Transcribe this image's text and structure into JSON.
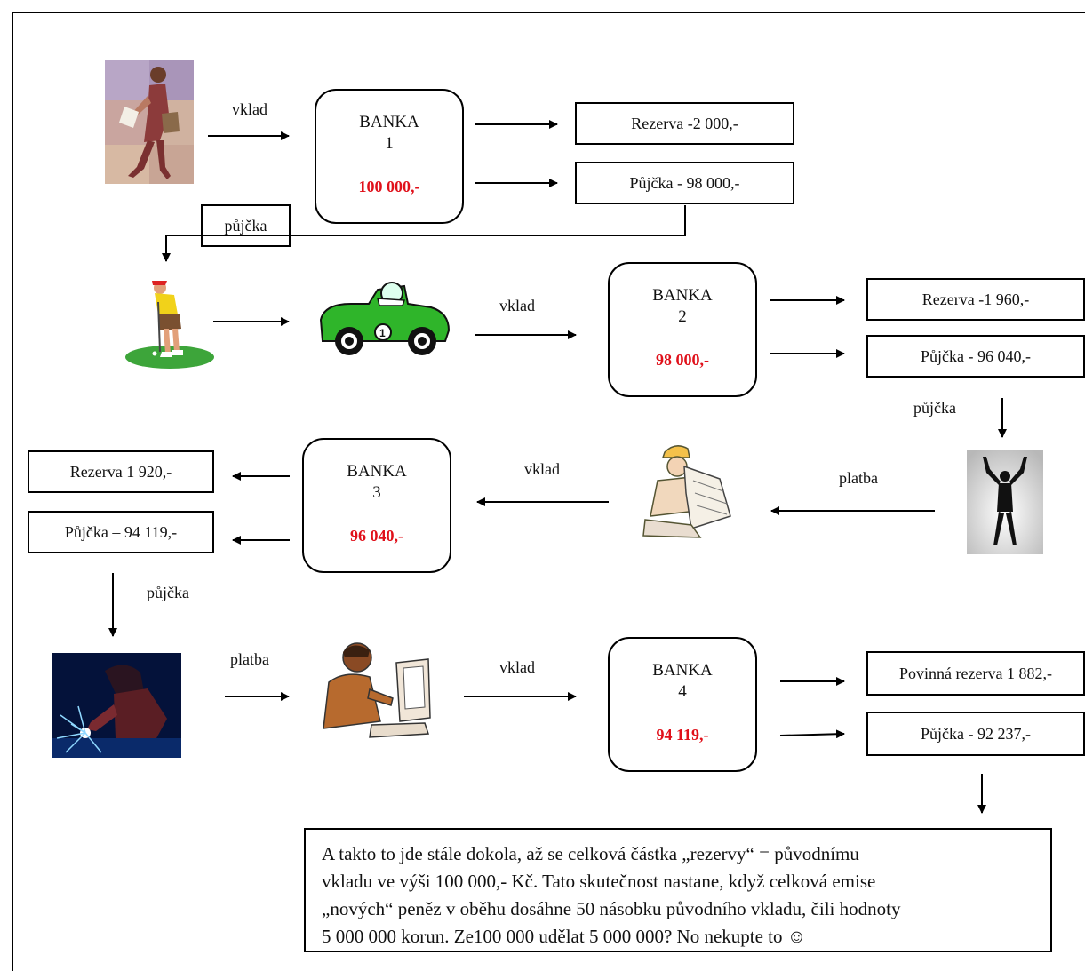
{
  "labels": {
    "vklad_1": "vklad",
    "pujcka_1": "půjčka",
    "vklad_2": "vklad",
    "pujcka_2": "půjčka",
    "platba_1": "platba",
    "vklad_3": "vklad",
    "pujcka_3": "půjčka",
    "platba_2": "platba",
    "vklad_4": "vklad"
  },
  "banks": [
    {
      "title": "BANKA",
      "number": "1",
      "amount": "100 000,-"
    },
    {
      "title": "BANKA",
      "number": "2",
      "amount": "98 000,-"
    },
    {
      "title": "BANKA",
      "number": "3",
      "amount": "96 040,-"
    },
    {
      "title": "BANKA",
      "number": "4",
      "amount": "94 119,-"
    }
  ],
  "boxes": {
    "rezerva_1": "Rezerva -2 000,-",
    "pujcka_1": "Půjčka -  98 000,-",
    "rezerva_2": "Rezerva -1 960,-",
    "pujcka_2": "Půjčka  - 96 040,-",
    "rezerva_3": "Rezerva 1 920,-",
    "pujcka_3": "Půjčka – 94 119,-",
    "rezerva_4": "Povinná rezerva 1 882,-",
    "pujcka_4": "Půjčka - 92 237,-"
  },
  "note": {
    "line1": "A takto to jde stále dokola, až se celková částka „rezervy“ =  původnímu",
    "line2": "vkladu ve výši 100 000,- Kč.  Tato skutečnost nastane, když celková emise",
    "line3": "„nových“ peněz v oběhu dosáhne 50 násobku původního vkladu, čili hodnoty",
    "line4": "5 000 000 korun. Ze100 000 udělat 5 000 000? No nekupte to ☺"
  },
  "colors": {
    "amount": "#e0101a",
    "car": "#2fb52a",
    "lawn": "#3da53a"
  },
  "icons": [
    "woman-with-papers-icon",
    "golfer-icon",
    "race-car-icon",
    "silhouette-person-icon",
    "engineer-with-blueprints-icon",
    "welder-icon",
    "man-at-computer-icon"
  ]
}
